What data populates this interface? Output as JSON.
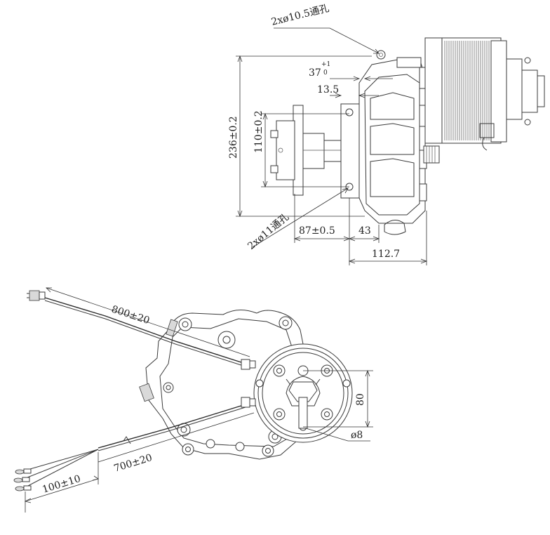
{
  "dimensions": {
    "hole_top": "2xø10.5通孔",
    "d37": "37",
    "d37_tol_plus": "+1",
    "d37_tol_zero": "0",
    "d13_5": "13.5",
    "d236": "236±0.2",
    "d110": "110±0.2",
    "hole_bottom": "2xø11通孔",
    "d87": "87±0.5",
    "d43": "43",
    "d112_7": "112.7",
    "cable_800": "800±20",
    "cable_700": "700±20",
    "cable_100": "100±10",
    "d80": "80",
    "phi8": "ø8"
  }
}
